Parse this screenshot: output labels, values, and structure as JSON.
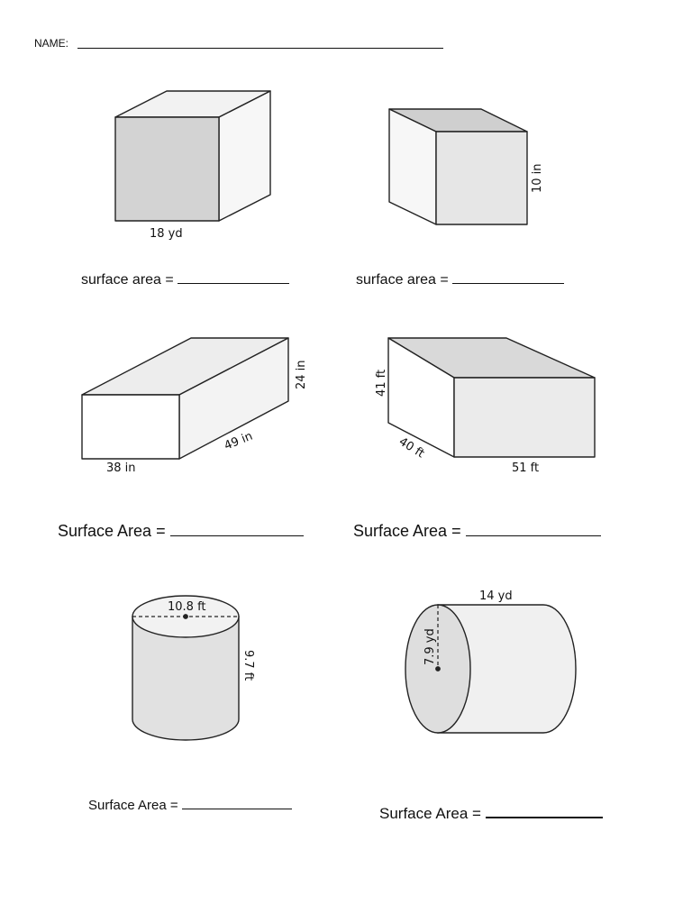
{
  "header": {
    "name_label": "NAME:"
  },
  "problems": [
    {
      "shape": "cube",
      "labels": [
        "18 yd"
      ],
      "answer_label": "surface area ="
    },
    {
      "shape": "cube",
      "labels": [
        "10 in"
      ],
      "answer_label": "surface area ="
    },
    {
      "shape": "rectangular-prism",
      "labels": [
        "24 in",
        "49 in",
        "38 in"
      ],
      "answer_label": "Surface Area ="
    },
    {
      "shape": "rectangular-prism",
      "labels": [
        "41 ft",
        "40 ft",
        "51 ft"
      ],
      "answer_label": "Surface Area ="
    },
    {
      "shape": "cylinder",
      "labels": [
        "10.8 ft",
        "9.7 ft"
      ],
      "answer_label": "Surface Area ="
    },
    {
      "shape": "cylinder",
      "labels": [
        "14 yd",
        "7.9 yd"
      ],
      "answer_label": "Surface Area ="
    }
  ]
}
